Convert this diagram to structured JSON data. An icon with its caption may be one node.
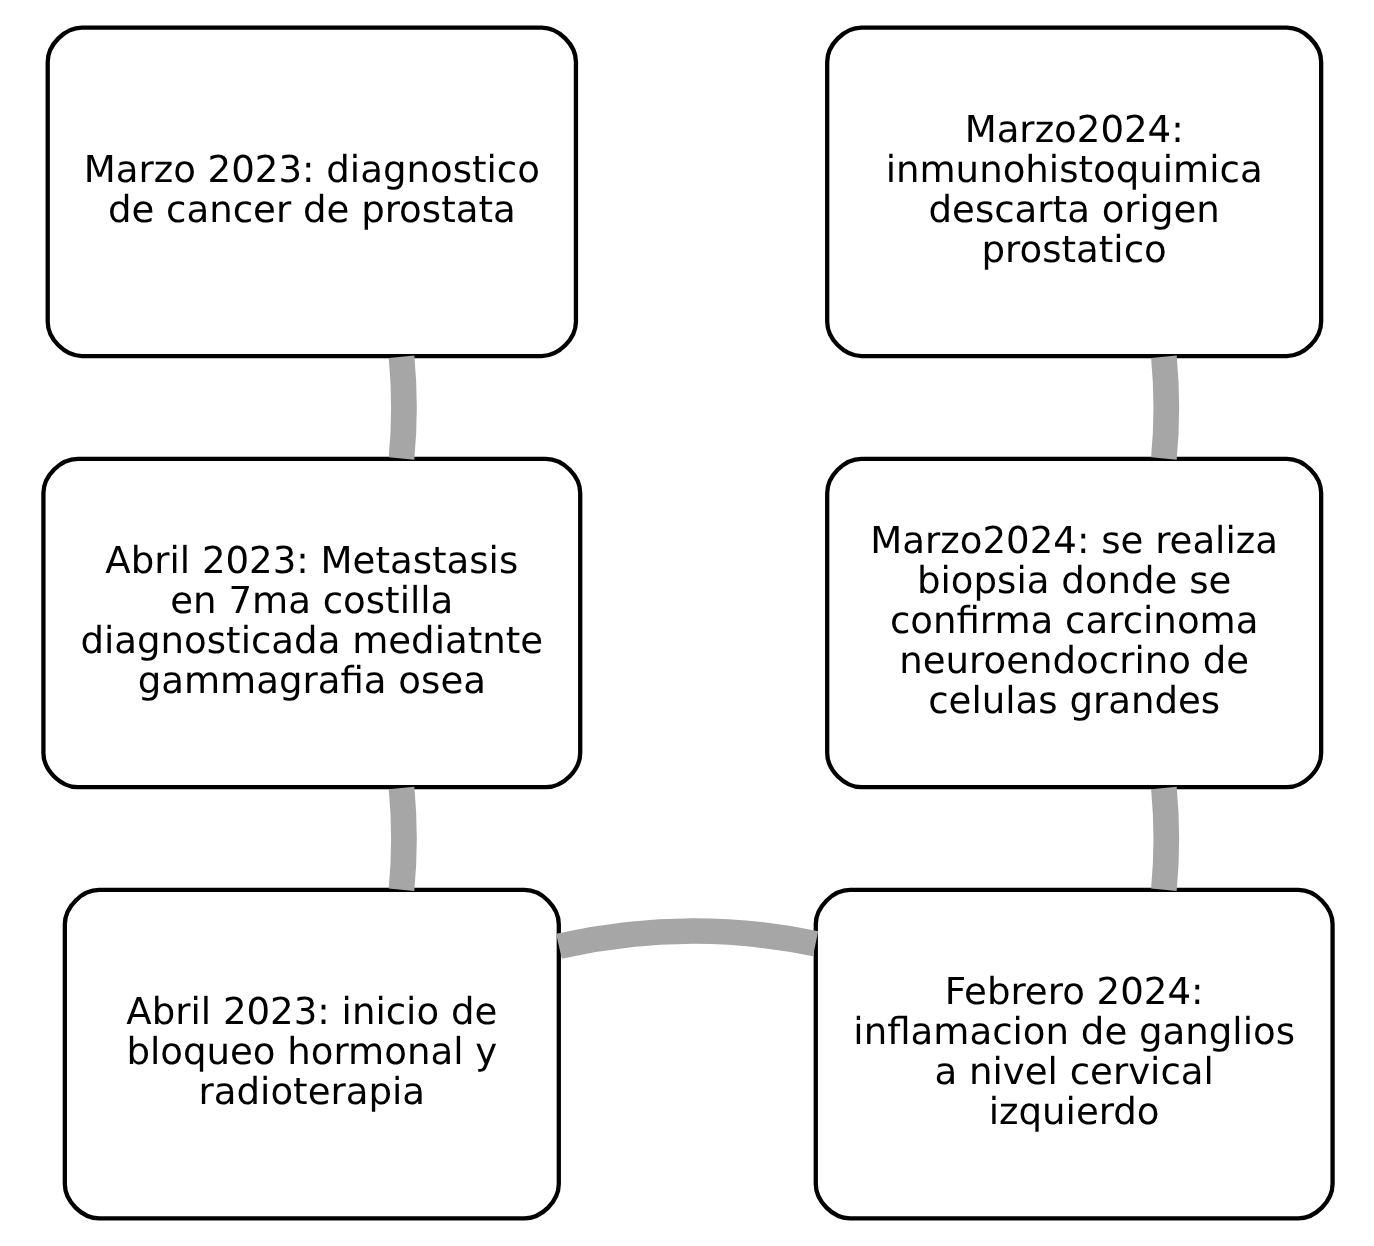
{
  "diagram": {
    "nodes": [
      {
        "text": [
          "Marzo 2023: diagnostico de cancer de prostata"
        ]
      },
      {
        "text": [
          "Abril 2023: Metastasis en 7ma costilla diagnosticada mediatnte gammagrafia osea"
        ]
      },
      {
        "text": [
          "Abril 2023: inicio de bloqueo hormonal y radioterapia"
        ]
      },
      {
        "text": [
          "Marzo2024: inmunohistoquimica descarta origen prostatico"
        ]
      },
      {
        "text": [
          "Marzo2024: se realiza biopsia donde se confirma carcinoma neuroendocrino de celulas grandes"
        ]
      },
      {
        "text": [
          "Febrero 2024: inflamacion de ganglios a nivel cervical izquierdo"
        ]
      }
    ],
    "edges": [
      {
        "from": 0,
        "to": 1,
        "arrow": "none"
      },
      {
        "from": 1,
        "to": 2,
        "arrow": "none"
      },
      {
        "from": 2,
        "to": 5,
        "arrow": "none"
      },
      {
        "from": 5,
        "to": 4,
        "arrow": "none"
      },
      {
        "from": 4,
        "to": 3,
        "arrow": "none"
      }
    ]
  }
}
